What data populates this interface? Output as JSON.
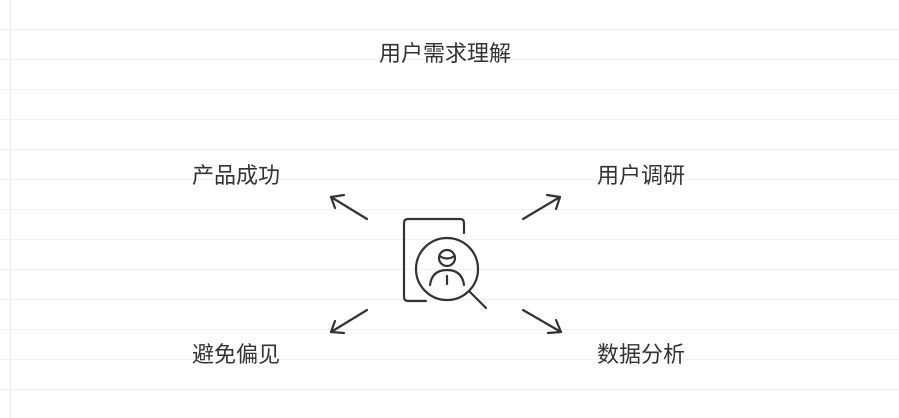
{
  "title": "用户需求理解",
  "labels": {
    "top_left": "产品成功",
    "top_right": "用户调研",
    "bottom_left": "避免偏见",
    "bottom_right": "数据分析"
  },
  "icons": {
    "center": "user-document-search-icon",
    "arrows": [
      "arrow-up-left-icon",
      "arrow-up-right-icon",
      "arrow-down-left-icon",
      "arrow-down-right-icon"
    ]
  },
  "colors": {
    "stroke": "#333333",
    "text": "#333333",
    "background": "#ffffff"
  }
}
